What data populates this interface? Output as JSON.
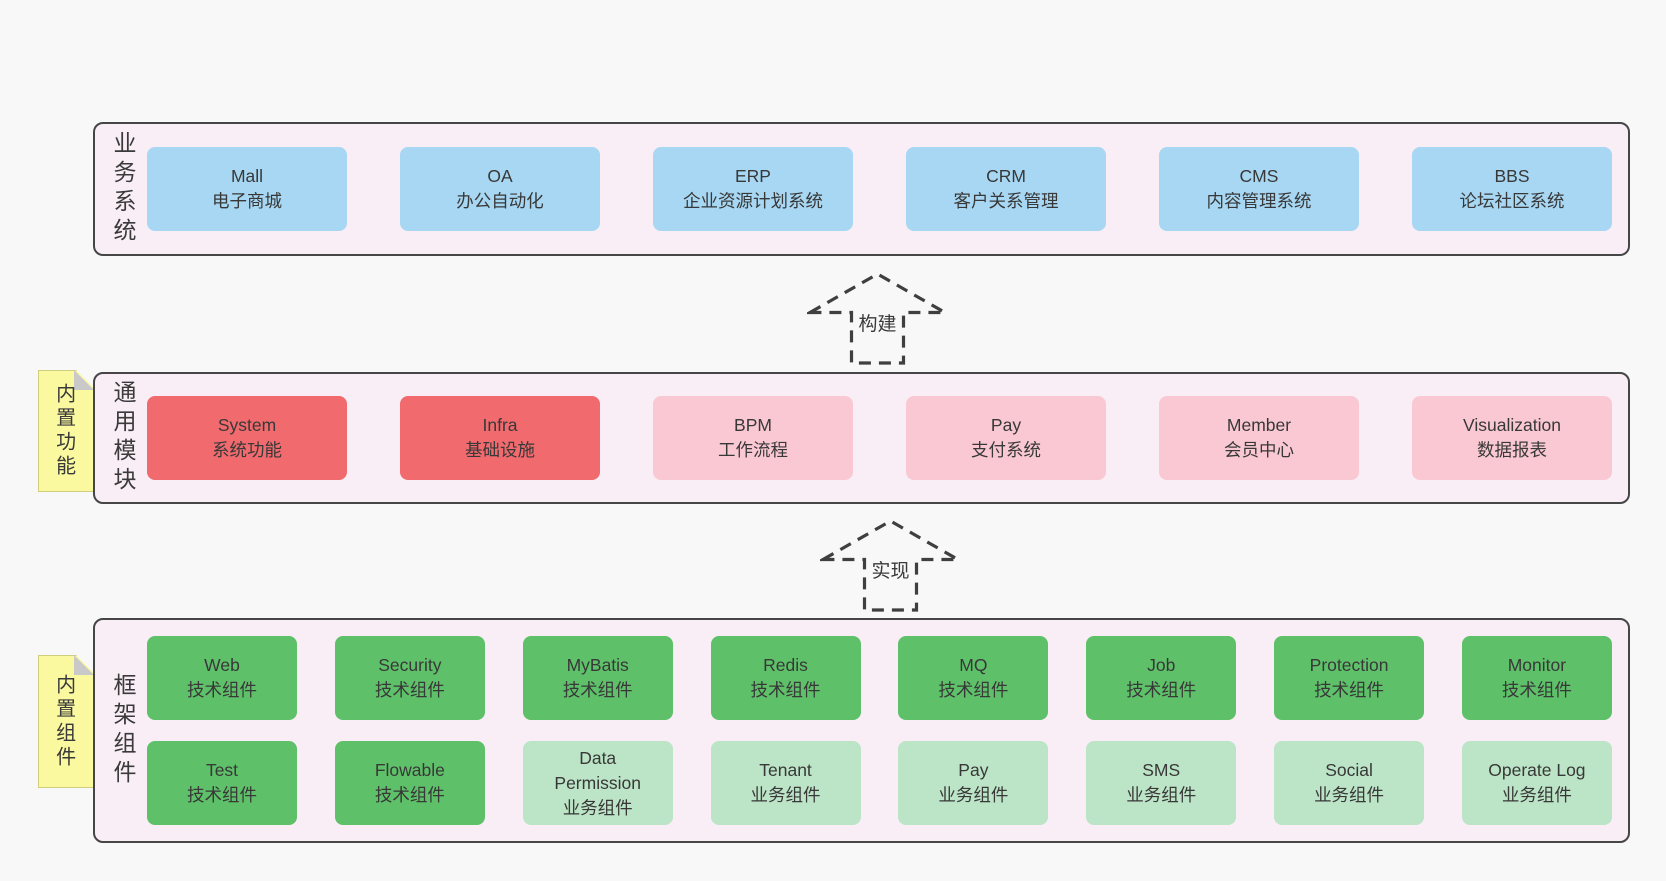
{
  "l1": {
    "label": "业务系统",
    "items": [
      {
        "name": "Mall",
        "subtitle": "电子商城",
        "variant": "blue"
      },
      {
        "name": "OA",
        "subtitle": "办公自动化",
        "variant": "blue"
      },
      {
        "name": "ERP",
        "subtitle": "企业资源计划系统",
        "variant": "blue"
      },
      {
        "name": "CRM",
        "subtitle": "客户关系管理",
        "variant": "blue"
      },
      {
        "name": "CMS",
        "subtitle": "内容管理系统",
        "variant": "blue"
      },
      {
        "name": "BBS",
        "subtitle": "论坛社区系统",
        "variant": "blue"
      }
    ]
  },
  "l2": {
    "label": "通用模块",
    "note": "内置功能",
    "items": [
      {
        "name": "System",
        "subtitle": "系统功能",
        "variant": "red"
      },
      {
        "name": "Infra",
        "subtitle": "基础设施",
        "variant": "red"
      },
      {
        "name": "BPM",
        "subtitle": "工作流程",
        "variant": "pink"
      },
      {
        "name": "Pay",
        "subtitle": "支付系统",
        "variant": "pink"
      },
      {
        "name": "Member",
        "subtitle": "会员中心",
        "variant": "pink"
      },
      {
        "name": "Visualization",
        "subtitle": "数据报表",
        "variant": "pink"
      }
    ]
  },
  "l3": {
    "label": "框架组件",
    "note": "内置组件",
    "row1": [
      {
        "name": "Web",
        "subtitle": "技术组件",
        "variant": "green"
      },
      {
        "name": "Security",
        "subtitle": "技术组件",
        "variant": "green"
      },
      {
        "name": "MyBatis",
        "subtitle": "技术组件",
        "variant": "green"
      },
      {
        "name": "Redis",
        "subtitle": "技术组件",
        "variant": "green"
      },
      {
        "name": "MQ",
        "subtitle": "技术组件",
        "variant": "green"
      },
      {
        "name": "Job",
        "subtitle": "技术组件",
        "variant": "green"
      },
      {
        "name": "Protection",
        "subtitle": "技术组件",
        "variant": "green"
      },
      {
        "name": "Monitor",
        "subtitle": "技术组件",
        "variant": "green"
      }
    ],
    "row2": [
      {
        "name": "Test",
        "subtitle": "技术组件",
        "variant": "green"
      },
      {
        "name": "Flowable",
        "subtitle": "技术组件",
        "variant": "green"
      },
      {
        "name": "Data Permission",
        "subtitle": "业务组件",
        "variant": "lightgreen"
      },
      {
        "name": "Tenant",
        "subtitle": "业务组件",
        "variant": "lightgreen"
      },
      {
        "name": "Pay",
        "subtitle": "业务组件",
        "variant": "lightgreen"
      },
      {
        "name": "SMS",
        "subtitle": "业务组件",
        "variant": "lightgreen"
      },
      {
        "name": "Social",
        "subtitle": "业务组件",
        "variant": "lightgreen"
      },
      {
        "name": "Operate Log",
        "subtitle": "业务组件",
        "variant": "lightgreen"
      }
    ]
  },
  "arrows": {
    "build": "构建",
    "implement": "实现"
  },
  "colors": {
    "page_bg": "#f8f8f8",
    "container_bg": "#f9eef6",
    "container_border": "#464646",
    "blue": "#a7d7f2",
    "red": "#f16a6e",
    "pink": "#f9c8d3",
    "green": "#5ec169",
    "light_green": "#bce4c6",
    "note_yellow": "#fbf9a0",
    "note_fold": "#c9c9c9",
    "text": "#383838"
  }
}
